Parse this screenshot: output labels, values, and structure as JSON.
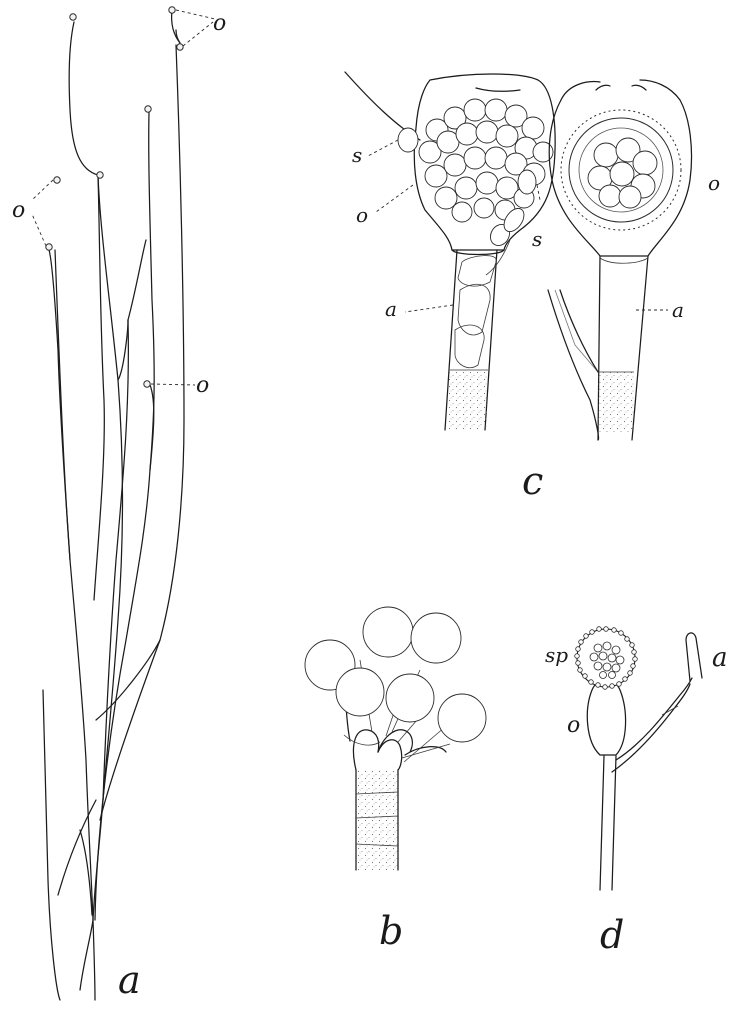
{
  "plate": {
    "panels": [
      {
        "id": "a",
        "letter": "a",
        "labels": [
          "o",
          "o",
          "o"
        ]
      },
      {
        "id": "b",
        "letter": "b"
      },
      {
        "id": "c",
        "letter": "c",
        "labels": [
          "s",
          "o",
          "s",
          "a",
          "o",
          "a"
        ]
      },
      {
        "id": "d",
        "letter": "d",
        "labels": [
          "sp",
          "a",
          "o"
        ]
      }
    ]
  },
  "colors": {
    "ink": "#1c1c1c",
    "paper": "#ffffff",
    "stipple": "#777777"
  }
}
